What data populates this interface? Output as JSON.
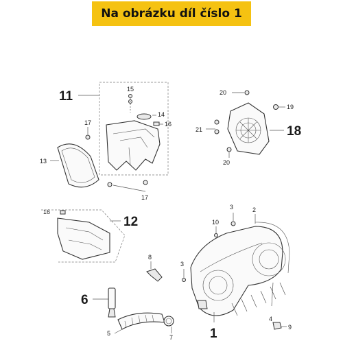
{
  "banner": {
    "text": "Na obrázku díl číslo 1"
  },
  "callouts": {
    "p1": "1",
    "p2": "2",
    "p3a": "3",
    "p3b": "3",
    "p4": "4",
    "p5": "5",
    "p6": "6",
    "p7": "7",
    "p8": "8",
    "p9": "9",
    "p10": "10",
    "p11": "11",
    "p12": "12",
    "p13": "13",
    "p14": "14",
    "p15": "15",
    "p16a": "16",
    "p16b": "16",
    "p17a": "17",
    "p17b": "17",
    "p18": "18",
    "p19": "19",
    "p20a": "20",
    "p20b": "20",
    "p21": "21"
  },
  "colors": {
    "banner": "#f5c211",
    "line": "#555555",
    "text": "#1a1a1a"
  }
}
